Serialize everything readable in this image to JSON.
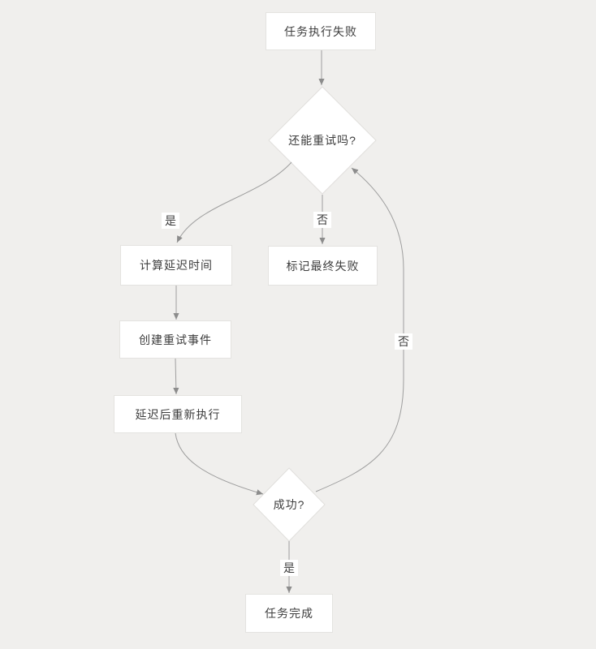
{
  "diagram": {
    "type": "flowchart",
    "background": "#f0efed",
    "colors": {
      "node_fill": "#ffffff",
      "node_border": "#e4e3e0",
      "edge_line": "#9e9e9e",
      "arrowhead": "#8c8c8c",
      "text": "#3d3d3d",
      "edge_label_bg": "#ffffff"
    },
    "nodes": {
      "task_failed": {
        "label": "任务执行失败",
        "type": "process"
      },
      "can_retry": {
        "label": "还能重试吗?",
        "type": "decision"
      },
      "calc_delay": {
        "label": "计算延迟时间",
        "type": "process"
      },
      "mark_final_failure": {
        "label": "标记最终失败",
        "type": "process"
      },
      "create_retry_event": {
        "label": "创建重试事件",
        "type": "process"
      },
      "reexecute_after_delay": {
        "label": "延迟后重新执行",
        "type": "process"
      },
      "success": {
        "label": "成功?",
        "type": "decision"
      },
      "task_complete": {
        "label": "任务完成",
        "type": "process"
      }
    },
    "edges": [
      {
        "from": "task_failed",
        "to": "can_retry",
        "label": ""
      },
      {
        "from": "can_retry",
        "to": "calc_delay",
        "label": "是"
      },
      {
        "from": "can_retry",
        "to": "mark_final_failure",
        "label": "否"
      },
      {
        "from": "calc_delay",
        "to": "create_retry_event",
        "label": ""
      },
      {
        "from": "create_retry_event",
        "to": "reexecute_after_delay",
        "label": ""
      },
      {
        "from": "reexecute_after_delay",
        "to": "success",
        "label": ""
      },
      {
        "from": "success",
        "to": "task_complete",
        "label": "是"
      },
      {
        "from": "success",
        "to": "can_retry",
        "label": "否"
      }
    ]
  }
}
